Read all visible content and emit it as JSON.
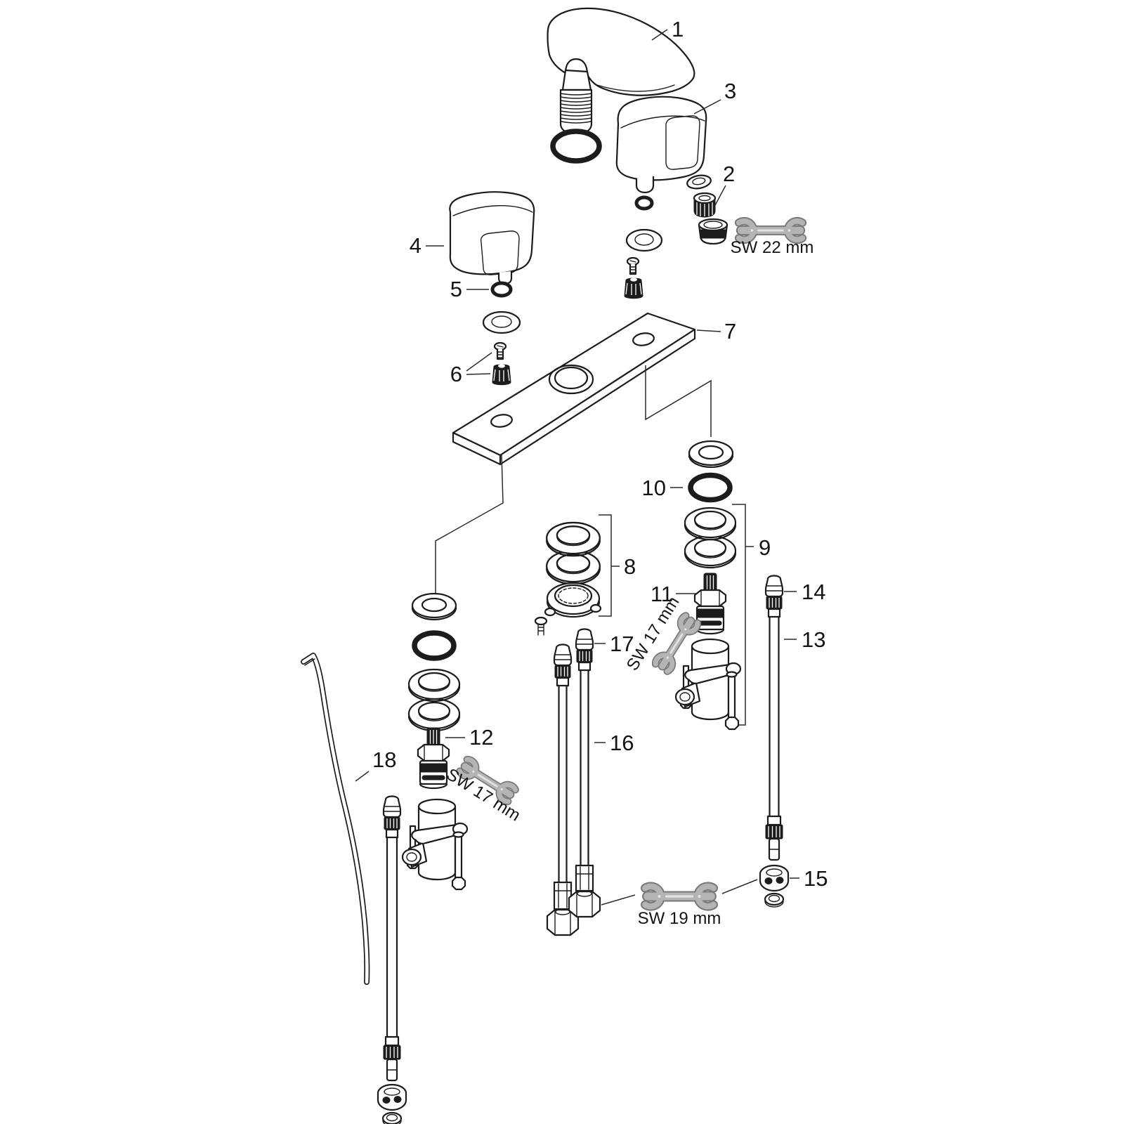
{
  "figure": {
    "type": "exploded-parts-diagram",
    "callouts": [
      {
        "label": "1",
        "part": "spout"
      },
      {
        "label": "2",
        "part": "aerator"
      },
      {
        "label": "3",
        "part": "handle-right"
      },
      {
        "label": "4",
        "part": "handle-left"
      },
      {
        "label": "5",
        "part": "o-ring-small"
      },
      {
        "label": "6",
        "part": "screw-and-bushing"
      },
      {
        "label": "7",
        "part": "base-plate"
      },
      {
        "label": "8",
        "part": "mounting-set-center"
      },
      {
        "label": "9",
        "part": "mounting-set-right"
      },
      {
        "label": "10",
        "part": "o-ring"
      },
      {
        "label": "11",
        "part": "valve-cartridge-right"
      },
      {
        "label": "12",
        "part": "valve-cartridge-left"
      },
      {
        "label": "13",
        "part": "connection-hose-right"
      },
      {
        "label": "14",
        "part": "hose-connector"
      },
      {
        "label": "15",
        "part": "union-nut"
      },
      {
        "label": "16",
        "part": "connection-hose-long"
      },
      {
        "label": "17",
        "part": "connection-hose-short"
      },
      {
        "label": "18",
        "part": "flexible-hose"
      }
    ],
    "tool_labels": [
      {
        "id": "sw22",
        "text": "SW 22 mm"
      },
      {
        "id": "sw17-right",
        "text": "SW 17 mm"
      },
      {
        "id": "sw17-left",
        "text": "SW 17 mm"
      },
      {
        "id": "sw19",
        "text": "SW 19 mm"
      }
    ],
    "colors": {
      "line": "#1c1c1c",
      "wrench_fill": "#b4b4b4",
      "wrench_stroke": "#7a7a7a",
      "wrench_detail": "#e2e2e2",
      "background": "#ffffff"
    }
  }
}
